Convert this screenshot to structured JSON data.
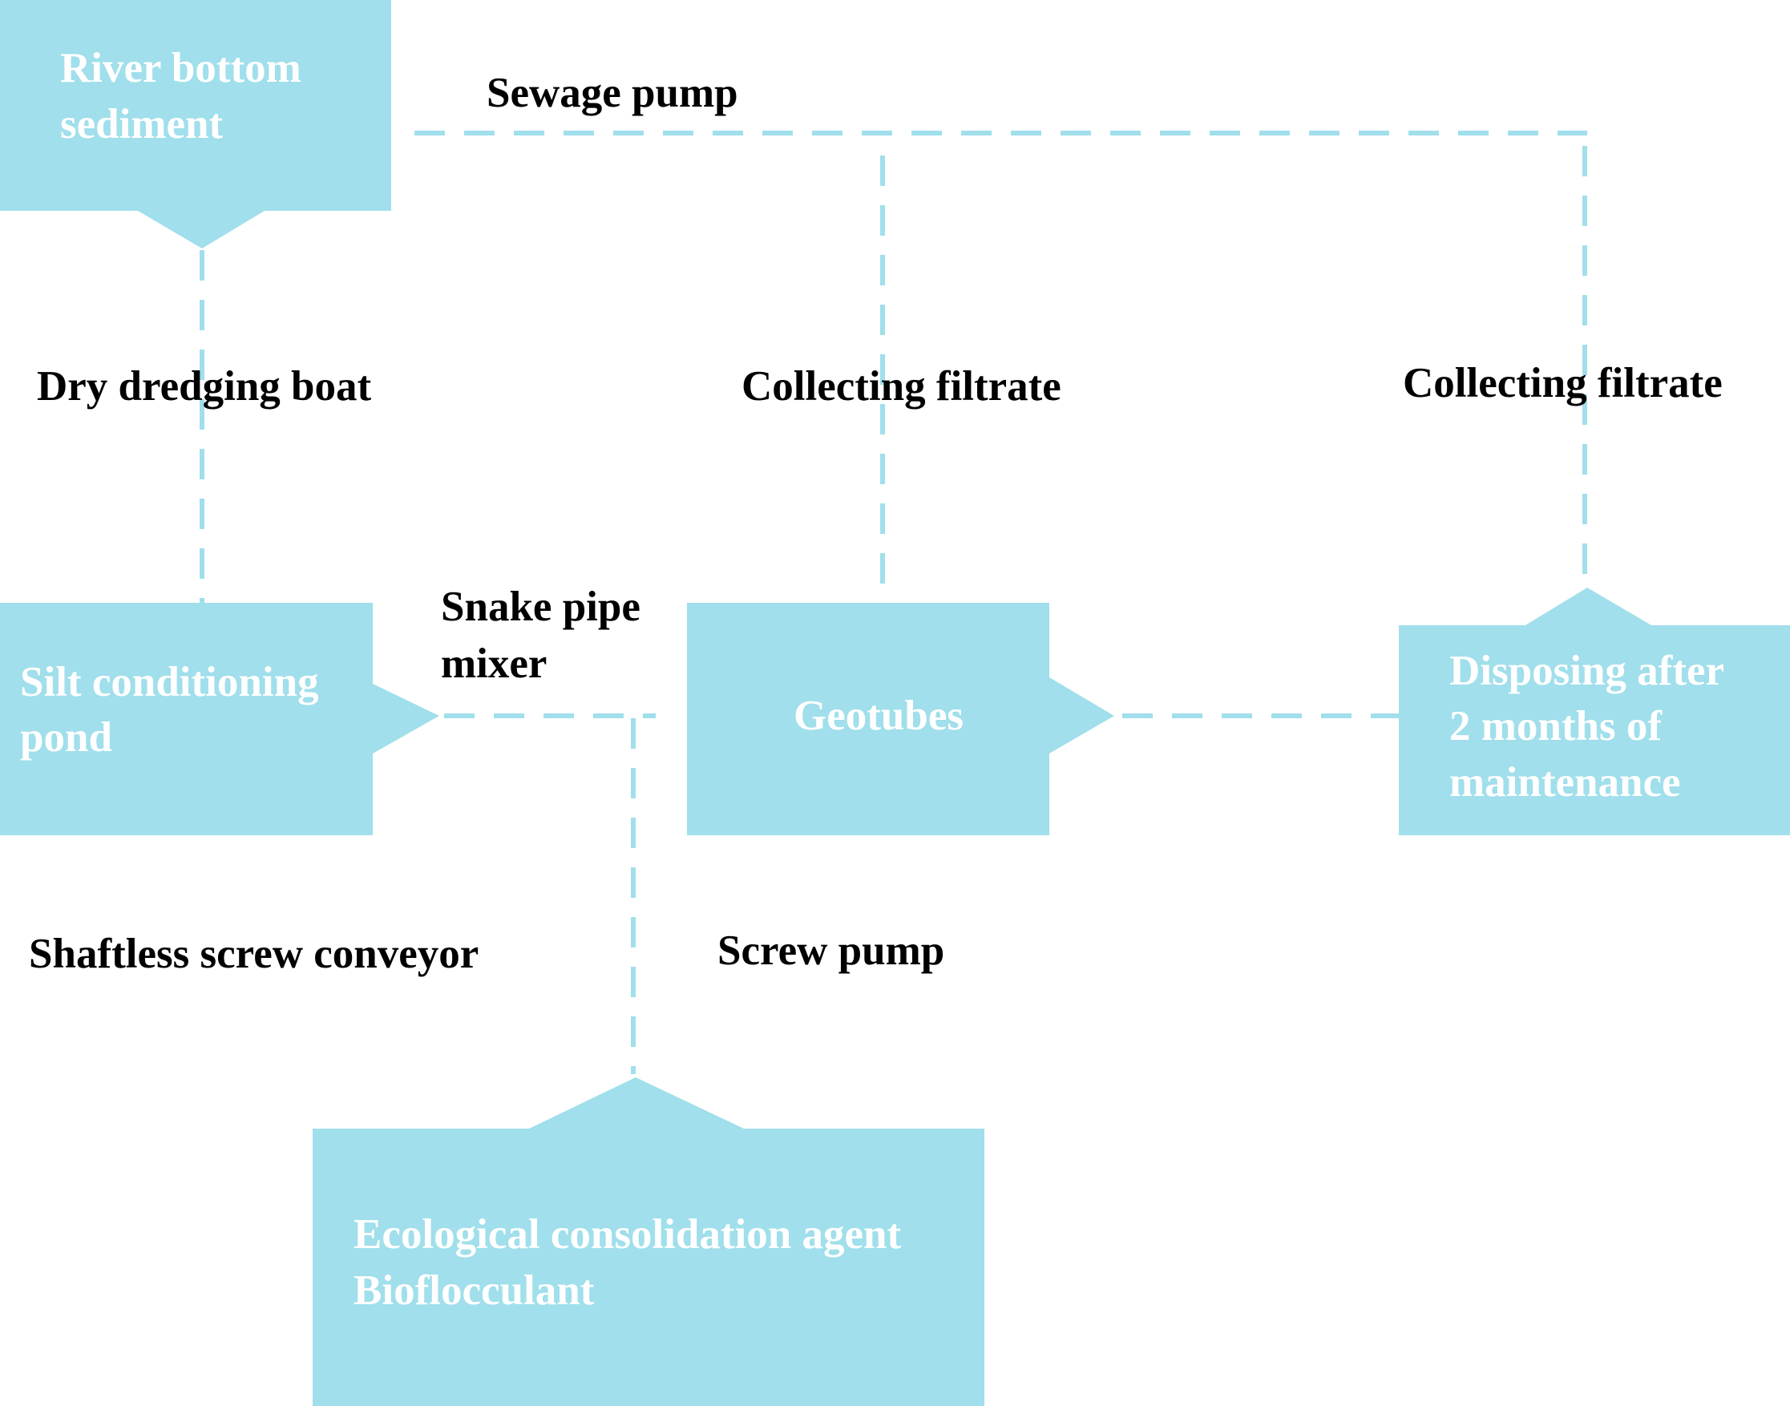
{
  "nodes": {
    "river": {
      "lines": [
        "River bottom",
        "sediment"
      ]
    },
    "silt": {
      "lines": [
        "Silt conditioning",
        "pond"
      ]
    },
    "geotubes": {
      "lines": [
        "Geotubes"
      ]
    },
    "disposing": {
      "lines": [
        "Disposing after",
        "2 months of",
        "maintenance"
      ]
    },
    "agent": {
      "lines": [
        "Ecological consolidation agent",
        "Bioflocculant"
      ]
    }
  },
  "labels": {
    "sewage_pump": "Sewage pump",
    "dry_dredging": "Dry dredging boat",
    "collecting_1": "Collecting filtrate",
    "collecting_2": "Collecting filtrate",
    "snake_1": "Snake pipe",
    "snake_2": "mixer",
    "shaftless": "Shaftless screw conveyor",
    "screw_pump": "Screw pump"
  },
  "colors": {
    "box": "#a0dfeb",
    "box_text": "#ffffff",
    "label_text": "#000000"
  }
}
